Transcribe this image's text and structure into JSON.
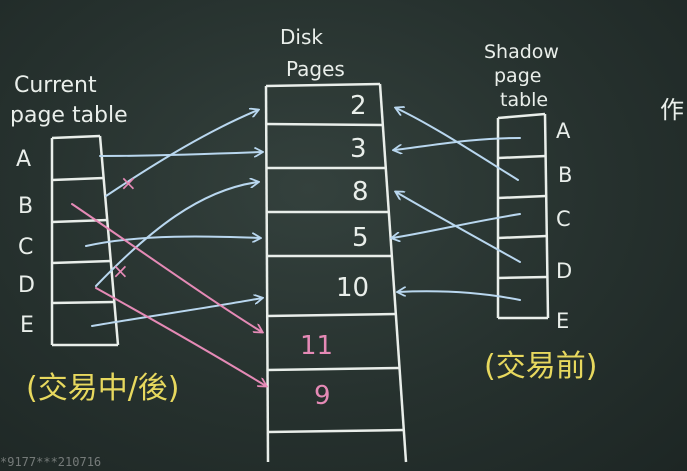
{
  "current": {
    "title_line1": "Current",
    "title_line2": "page table",
    "rows": [
      "A",
      "B",
      "C",
      "D",
      "E"
    ],
    "caption": "(交易中/後)"
  },
  "disk": {
    "title_line1": "Disk",
    "title_line2": "Pages",
    "pages": [
      "2",
      "3",
      "8",
      "5",
      "10",
      "11",
      "9"
    ]
  },
  "shadow": {
    "title_line1": "Shadow",
    "title_line2": "page",
    "title_line3": "table",
    "rows": [
      "A",
      "B",
      "C",
      "D",
      "E"
    ],
    "caption": "(交易前)"
  },
  "marks": {
    "cross": "×"
  },
  "edge_glyph": "作",
  "watermark": "*9177***210716",
  "colors": {
    "board": "#2d3835",
    "chalk_white": "#e9eeea",
    "chalk_blue": "#b9d7ef",
    "chalk_pink": "#e58ab6",
    "chalk_yellow": "#e7d85e"
  }
}
